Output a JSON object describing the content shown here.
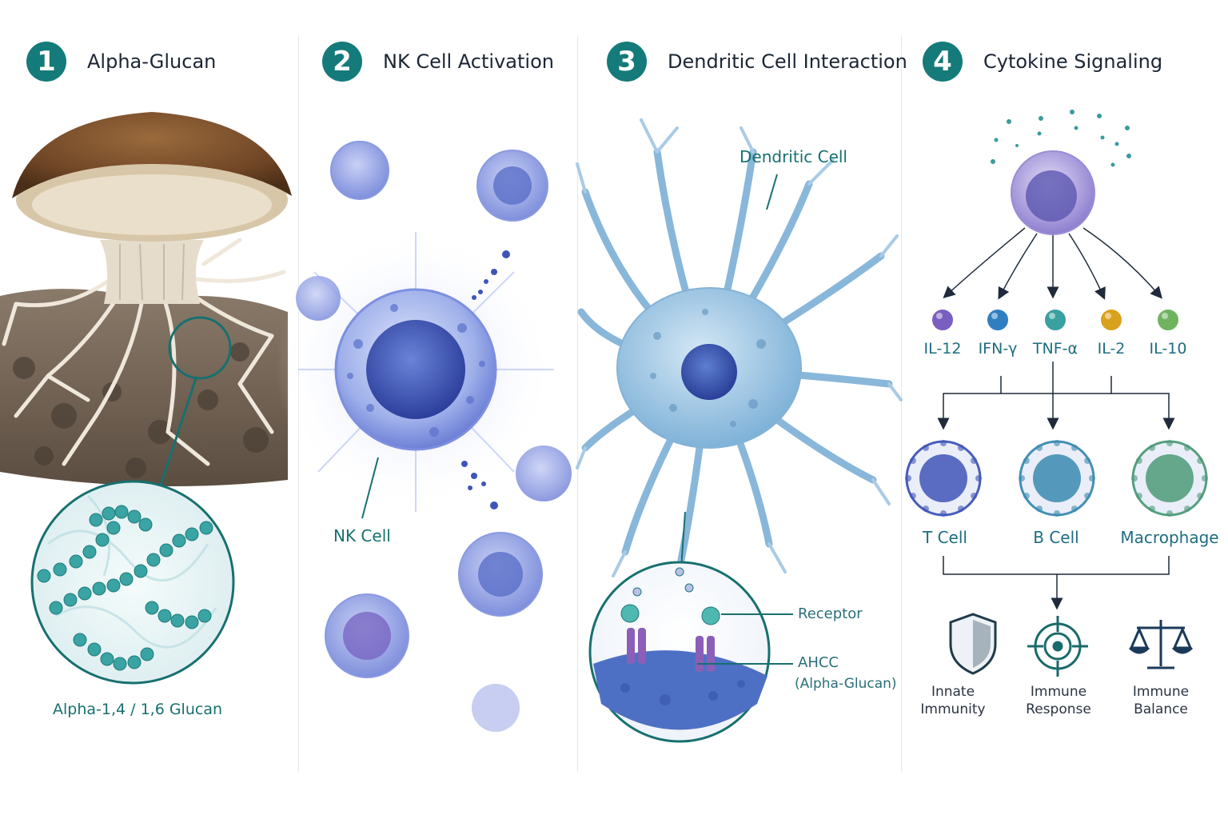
{
  "panels": [
    {
      "number": "1",
      "title": "Alpha-Glucan",
      "caption": "Alpha-1,4 / 1,6 Glucan"
    },
    {
      "number": "2",
      "title": "NK Cell Activation",
      "caption": "NK Cell"
    },
    {
      "number": "3",
      "title": "Dendritic Cell Interaction",
      "caption": "Dendritic Cell",
      "receptor_label": "Receptor",
      "ahcc_label": "AHCC",
      "ahcc_sub": "(Alpha-Glucan)"
    },
    {
      "number": "4",
      "title": "Cytokine Signaling"
    }
  ],
  "cytokines": [
    {
      "name": "IL-12",
      "color": "#7a5fc0"
    },
    {
      "name": "IFN-γ",
      "color": "#2f7fc0"
    },
    {
      "name": "TNF-α",
      "color": "#3aa0a0"
    },
    {
      "name": "IL-2",
      "color": "#d9a21e"
    },
    {
      "name": "IL-10",
      "color": "#6fb35f"
    }
  ],
  "immune_cells": [
    {
      "name": "T Cell",
      "color": "#3f55b8"
    },
    {
      "name": "B Cell",
      "color": "#3a8ab0"
    },
    {
      "name": "Macrophage",
      "color": "#4c9a78"
    }
  ],
  "outcomes": [
    {
      "line1": "Innate",
      "line2": "Immunity",
      "icon": "shield-icon"
    },
    {
      "line1": "Immune",
      "line2": "Response",
      "icon": "target-icon"
    },
    {
      "line1": "Immune",
      "line2": "Balance",
      "icon": "scale-icon"
    }
  ],
  "colors": {
    "accent": "#157a7a",
    "nk_blue": "#4a62c8",
    "dendritic": "#7fb2d8"
  }
}
